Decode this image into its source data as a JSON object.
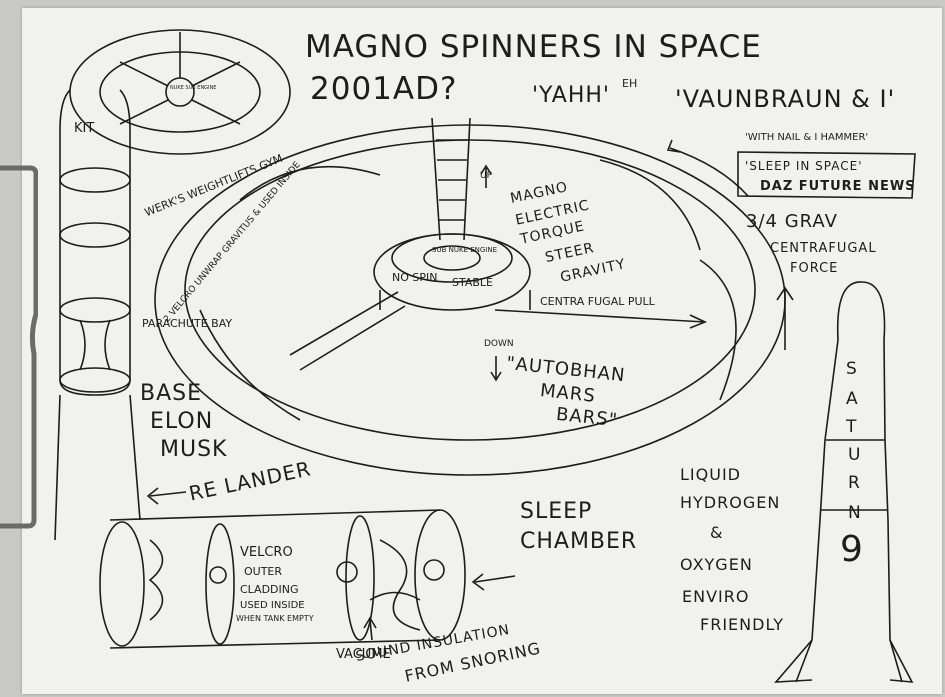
{
  "title": {
    "line1": "MAGNO SPINNERS IN SPACE",
    "line2": "2001AD?",
    "yahh": "'YAHH'",
    "eh": "EH",
    "vaunbraun": "'VAUNBRAUN & I'",
    "nail_hammer": "'WITH NAIL & I HAMMER'"
  },
  "sleep_in_space": "'SLEEP IN SPACE'",
  "daz_future": "DAZ FUTURE NEWS",
  "grav": {
    "line1": "3/4 GRAV",
    "line2": "CENTRAFUGAL",
    "line3": "FORCE"
  },
  "up": "UP",
  "down": "DOWN",
  "magno": [
    "MAGNO",
    "ELECTRIC",
    "TORQUE",
    "STEER",
    "GRAVITY"
  ],
  "hub": {
    "sub_label": "SUB NUKE ENGINE",
    "no_spin": "NO SPIN",
    "stable": "STABLE"
  },
  "centra_pull": "CENTRA FUGAL PULL",
  "autobhan": [
    "\"AUTOBHAN",
    "MARS",
    "BARS\""
  ],
  "left_notes": {
    "werks": "WERK'S WEIGHTLIFTS GYM",
    "velcro_unwrap": "2 VELCRO UNWRAP GRAVITUS & USED INSIDE",
    "kit": "KIT",
    "parachute_bay": "PARACHUTE BAY",
    "base": "BASE",
    "elon": "ELON",
    "musk": "MUSK",
    "relander": "RE LANDER"
  },
  "rocket": {
    "letters": [
      "S",
      "A",
      "T",
      "U",
      "R",
      "N",
      "9"
    ]
  },
  "fuel": [
    "LIQUID",
    "HYDROGEN",
    "&",
    "OXYGEN",
    "ENVIRO",
    "FRIENDLY"
  ],
  "sleep_chamber": [
    "SLEEP",
    "CHAMBER"
  ],
  "velcro_outer": [
    "VELCRO",
    "OUTER",
    "CLADDING",
    "USED INSIDE",
    "WHEN TANK EMPTY"
  ],
  "vacume": [
    "VACUME",
    "SOUND INSULATION",
    "FROM SNORING"
  ],
  "mini_wheel_label": "NUKE SUB ENGINE"
}
